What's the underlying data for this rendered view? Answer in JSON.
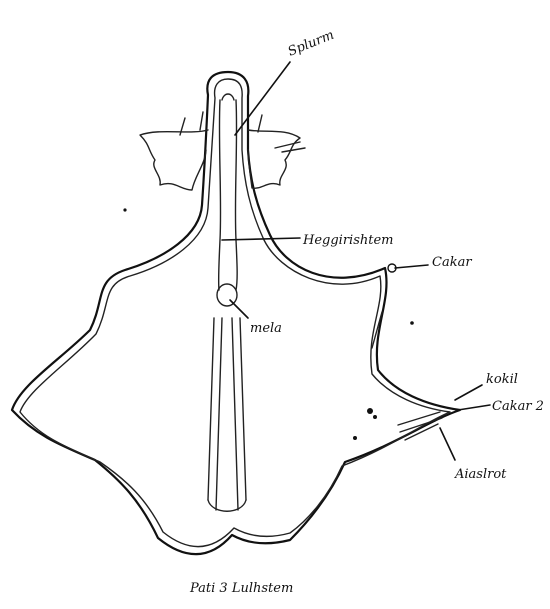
{
  "labels": {
    "top": "Splurm",
    "middle": "Heggirishtem",
    "right_upper": "Cakar",
    "center_small": "mela",
    "right_lower_1": "kokil",
    "right_lower_2": "Cakar 2",
    "right_lower_3": "Aiaslrot"
  },
  "caption": "Pati 3 Lulhstem"
}
